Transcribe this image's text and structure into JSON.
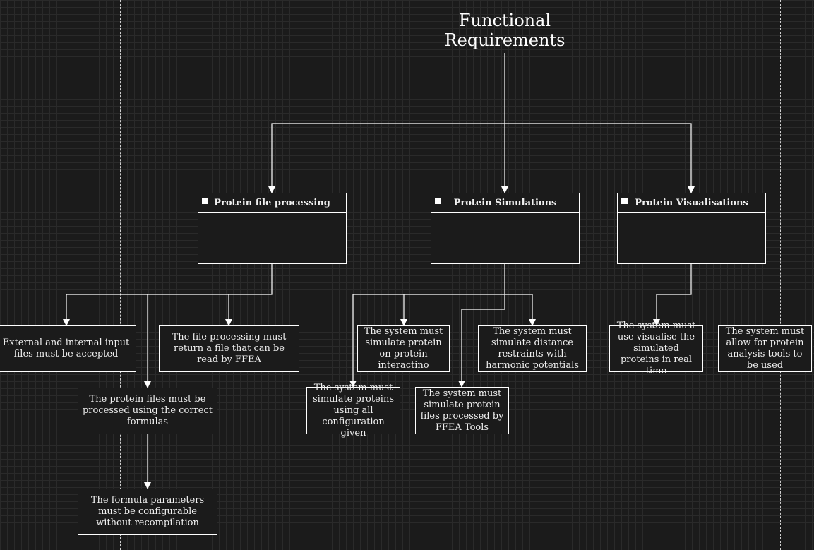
{
  "title": "Functional Requirements",
  "groups": [
    {
      "label": "Protein file processing"
    },
    {
      "label": "Protein Simulations"
    },
    {
      "label": "Protein Visualisations"
    }
  ],
  "requirements": [
    "External and internal input files must be accepted",
    "The file processing must return a file that can be read by FFEA",
    "The protein files must be processed using the correct formulas",
    "The formula parameters must be configurable without recompilation",
    "The system must simulate protein on protein interactino",
    "The system must simulate distance restraints with harmonic potentials",
    "The system must simulate proteins using all configuration given",
    "The system must simulate protein files processed by FFEA Tools",
    "The system must use visualise the simulated proteins in real time",
    "The system must allow for protein analysis tools to be used"
  ],
  "colors": {
    "background": "#1b1b1b",
    "grid": "#2a2a2a",
    "stroke": "#ffffff"
  }
}
